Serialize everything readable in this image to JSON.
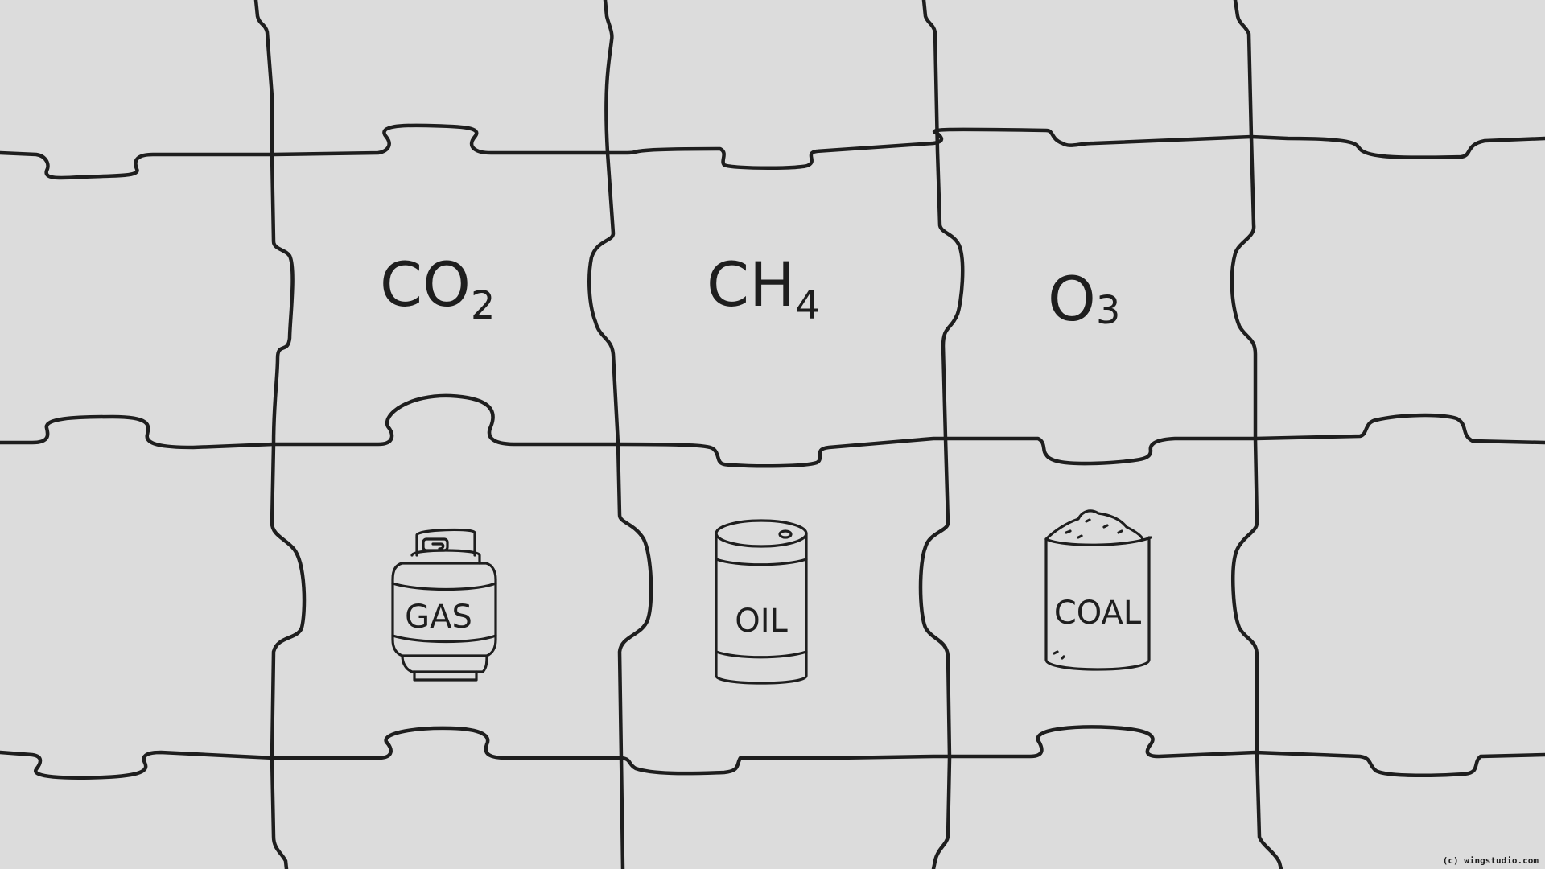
{
  "formulas": {
    "co2": {
      "main": "CO",
      "sub": "2"
    },
    "ch4": {
      "main": "CH",
      "sub": "4"
    },
    "o3": {
      "main": "O",
      "sub": "3"
    }
  },
  "fuels": {
    "gas": {
      "label": "GAS",
      "icon": "gas-cylinder-icon"
    },
    "oil": {
      "label": "OIL",
      "icon": "oil-barrel-icon"
    },
    "coal": {
      "label": "COAL",
      "icon": "coal-bucket-icon"
    }
  },
  "credit": "(c) wingstudio.com",
  "colors": {
    "background": "#dcdcdc",
    "ink": "#1e1e1e"
  }
}
